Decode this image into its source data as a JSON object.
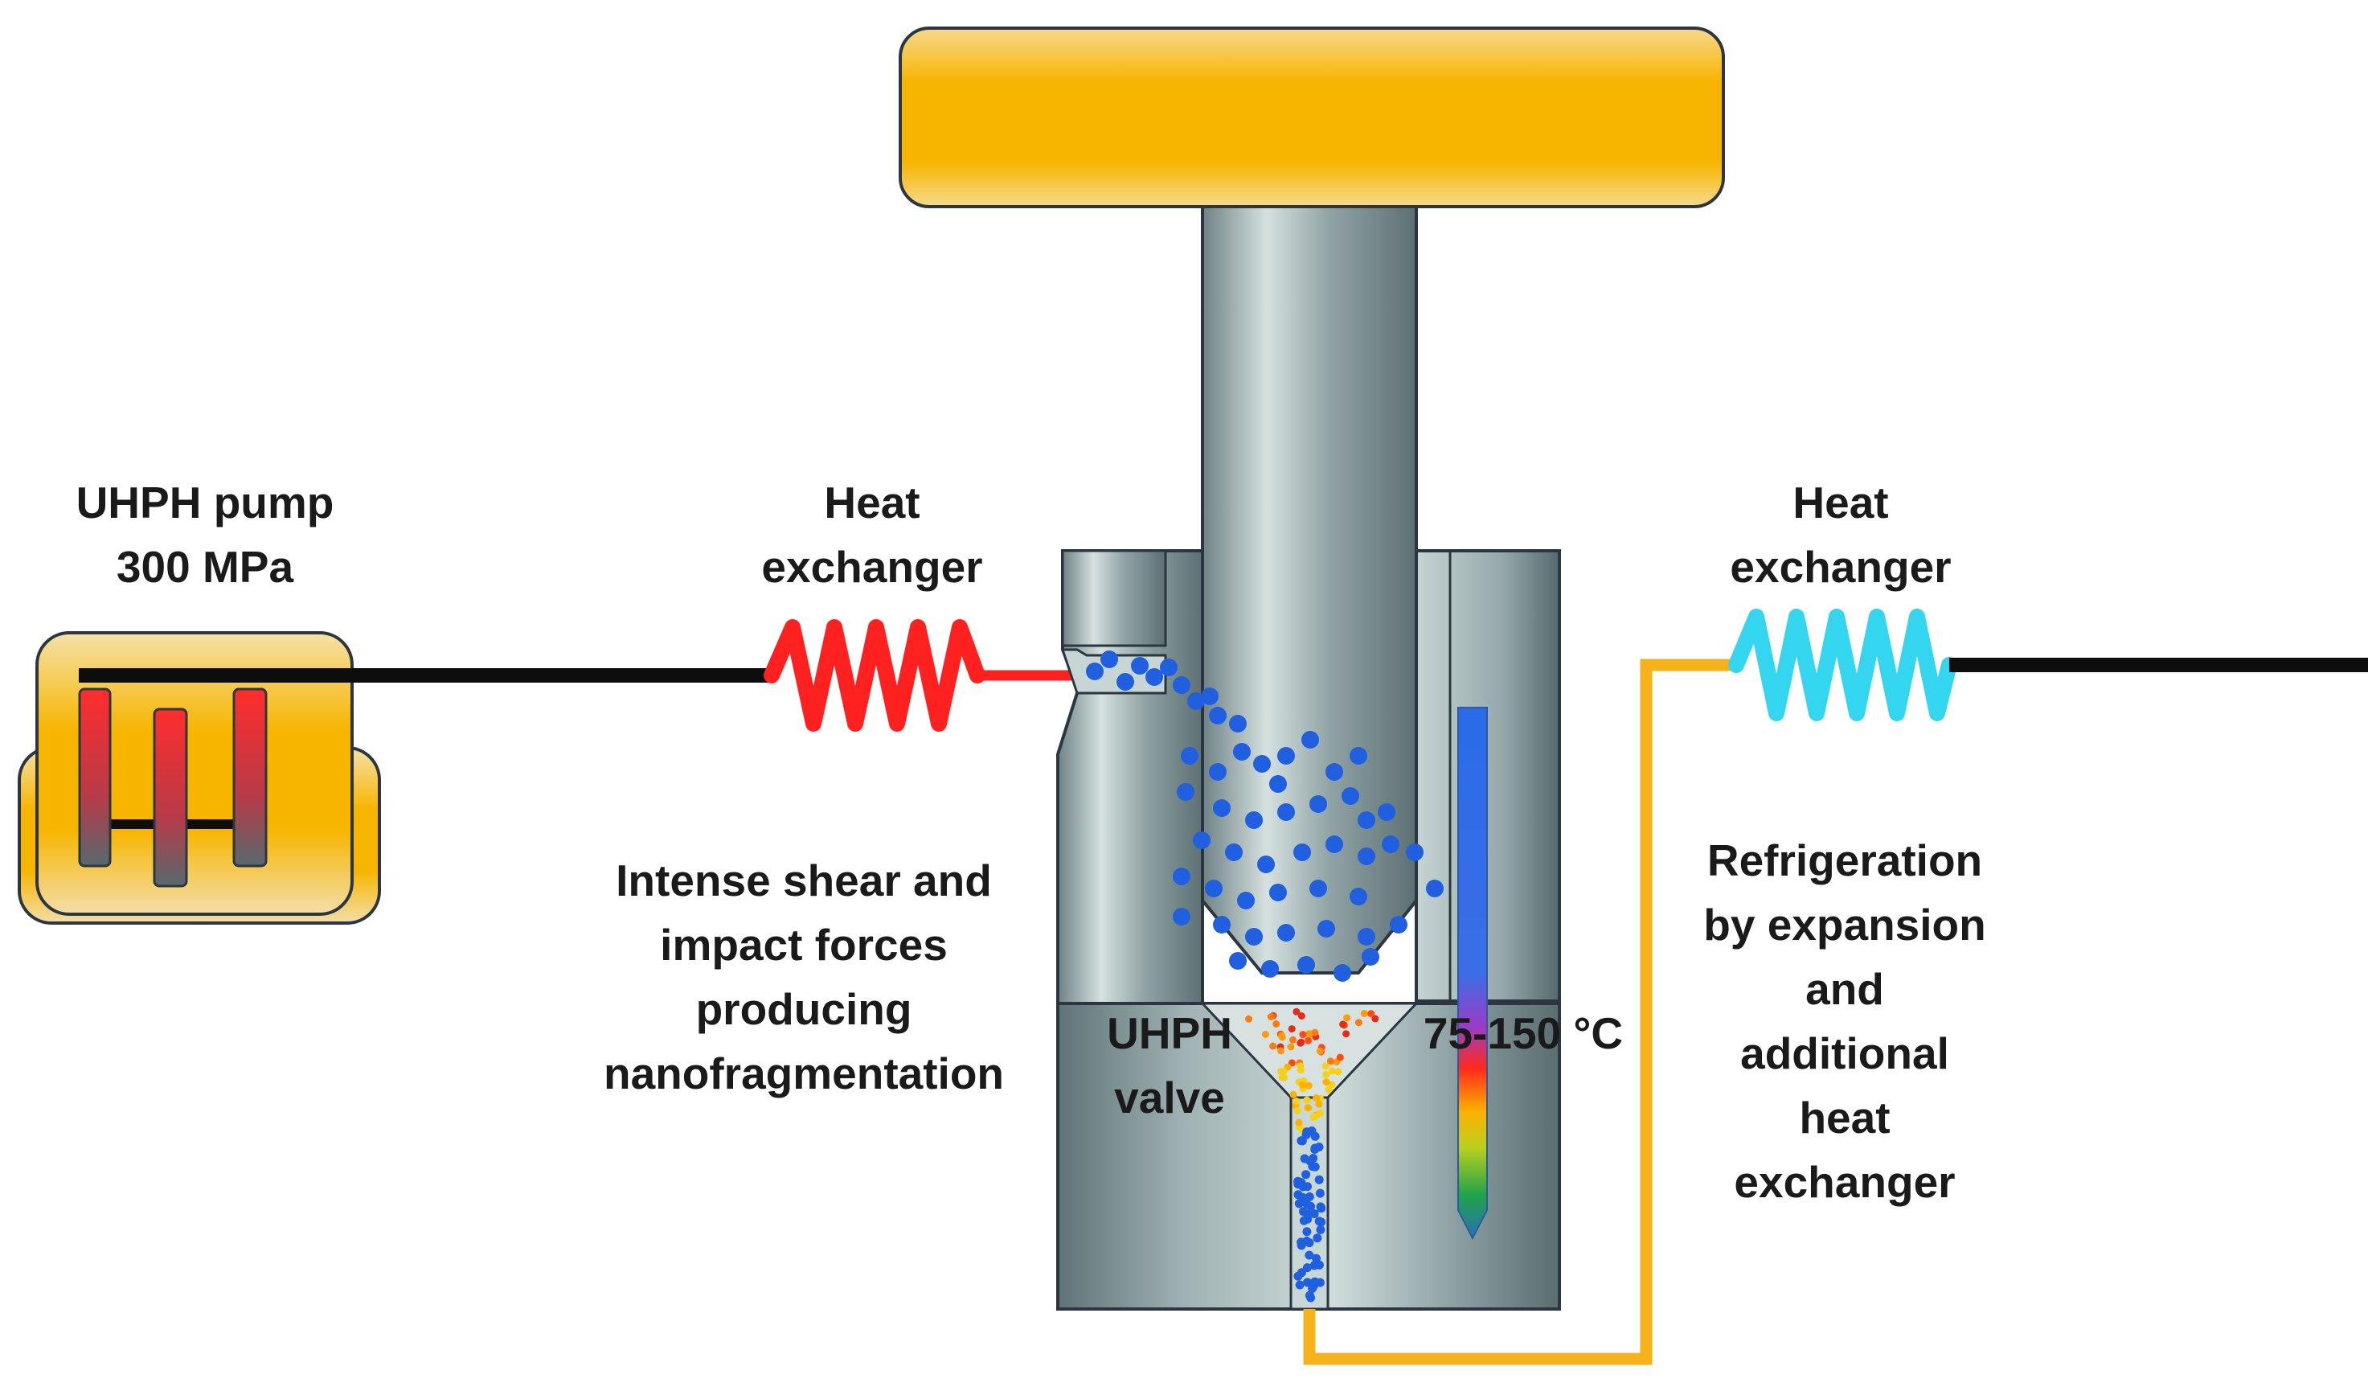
{
  "labels": {
    "pump": [
      "UHPH pump",
      "300 MPa"
    ],
    "heat_exchanger_left": [
      "Heat",
      "exchanger"
    ],
    "heat_exchanger_right": [
      "Heat",
      "exchanger"
    ],
    "shear_note": [
      "Intense shear and",
      "impact forces",
      "producing",
      "nanofragmentation"
    ],
    "valve": [
      "UHPH",
      "valve"
    ],
    "temperature": "75-150 °C",
    "refrigeration_note": [
      "Refrigeration",
      "by expansion",
      "and",
      "additional",
      "heat",
      "exchanger"
    ]
  },
  "colors": {
    "pump_gold": "#f7b500",
    "pipe_black": "#0d0d0d",
    "hot_coil": "#ff2020",
    "cold_coil": "#33d6ee",
    "return_pipe": "#f5b21b",
    "steel": "#8a9ea2",
    "particle_blue": "#1f5fe0"
  }
}
